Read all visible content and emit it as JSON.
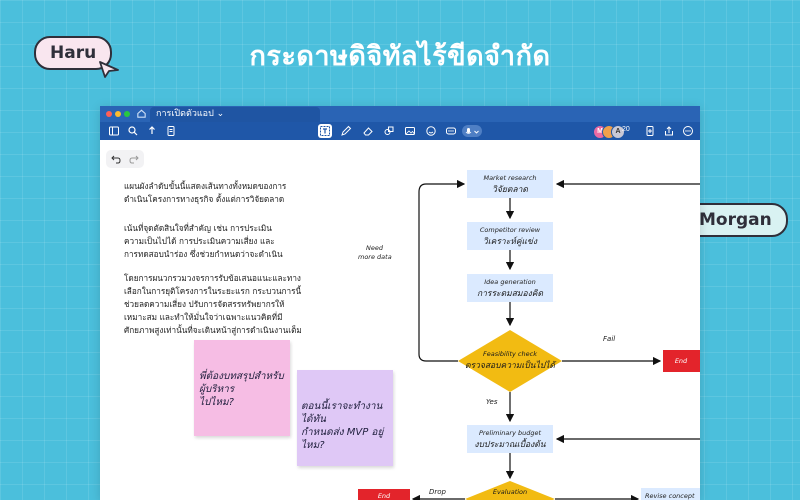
{
  "hero": {
    "title": "กระดาษดิจิทัลไร้ขีดจำกัด"
  },
  "cursors": {
    "haru": "Haru",
    "morgan": "Morgan"
  },
  "window": {
    "tab_title": "การเปิดตัวแอป",
    "avatars": [
      {
        "initial": "M",
        "color": "#e96aa3"
      },
      {
        "initial": "",
        "color": "#f0a04b"
      },
      {
        "initial": "A",
        "color": "#c9c9d6"
      }
    ],
    "avatar_count": "20"
  },
  "canvas": {
    "paragraphs": [
      "แผนผังลำดับขั้นนี้แสดงเส้นทางทั้งหมดของการ\nดำเนินโครงการทางธุรกิจ ตั้งแต่การวิจัยตลาด",
      "เน้นที่จุดตัดสินใจที่สำคัญ เช่น การประเมิน\nความเป็นไปได้ การประเมินความเสี่ยง และ\nการทดสอบนำร่อง ซึ่งช่วยกำหนดว่าจะดำเนิน",
      "โดยการผนวกรวมวงจรการรับข้อเสนอแนะและทาง\nเลือกในการยุติโครงการในระยะแรก กระบวนการนี้\nช่วยลดความเสี่ยง ปรับการจัดสรรทรัพยากรให้\nเหมาะสม และทำให้มั่นใจว่าเฉพาะแนวคิดที่มี\nศักยภาพสูงเท่านั้นที่จะเดินหน้าสู่การดำเนินงานเต็ม"
    ],
    "sticky_pink": [
      "พี่ต้องบทสรุปสำหรับผู้บริหาร",
      "ไปไหม?"
    ],
    "sticky_purple": [
      "ตอนนี้เราจะทำงานได้ทัน",
      "กำหนดส่ง MVP อยู่ไหม?"
    ],
    "annotation_need_data": [
      "Need",
      "more data"
    ]
  },
  "flowchart": {
    "nodes": [
      {
        "en": "Market research",
        "th": "วิจัยตลาด"
      },
      {
        "en": "Competitor review",
        "th": "วิเคราะห์คู่แข่ง"
      },
      {
        "en": "Idea generation",
        "th": "การระดมสมองคิด"
      },
      {
        "en": "Preliminary budget",
        "th": "งบประมาณเบื้องต้น"
      },
      {
        "en": "Evaluation",
        "th": ""
      },
      {
        "en": "Revise concept",
        "th": ""
      }
    ],
    "decision": {
      "en": "Feasibility check",
      "th": "ตรวจสอบความเป็นไปได้"
    },
    "end_label": "End",
    "labels": {
      "fail": "Fail",
      "yes": "Yes",
      "drop": "Drop"
    },
    "colors": {
      "process": "#dbeaff",
      "decision": "#f2bb12",
      "end": "#e3242b",
      "sticky_pink": "#f6bde4",
      "sticky_purple": "#dfc8f6",
      "background": "#4bbfdc",
      "toolbar": "#1f57a8"
    }
  }
}
